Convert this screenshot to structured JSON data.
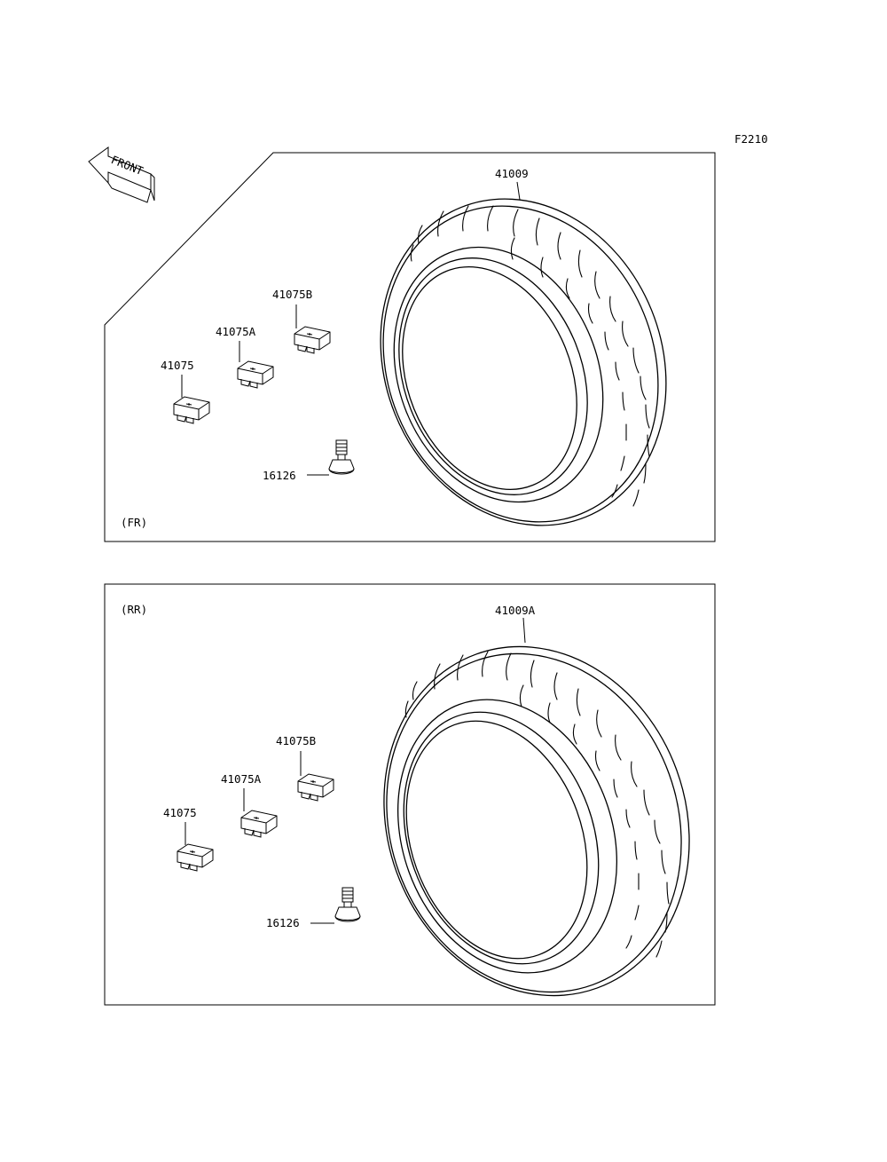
{
  "diagram_code": "F2210",
  "front_arrow_text": "FRONT",
  "front_panel": {
    "section_label": "(FR)",
    "tire_part": "41009",
    "weight_b": "41075B",
    "weight_a": "41075A",
    "weight": "41075",
    "valve": "16126"
  },
  "rear_panel": {
    "section_label": "(RR)",
    "tire_part": "41009A",
    "weight_b": "41075B",
    "weight_a": "41075A",
    "weight": "41075",
    "valve": "16126"
  }
}
